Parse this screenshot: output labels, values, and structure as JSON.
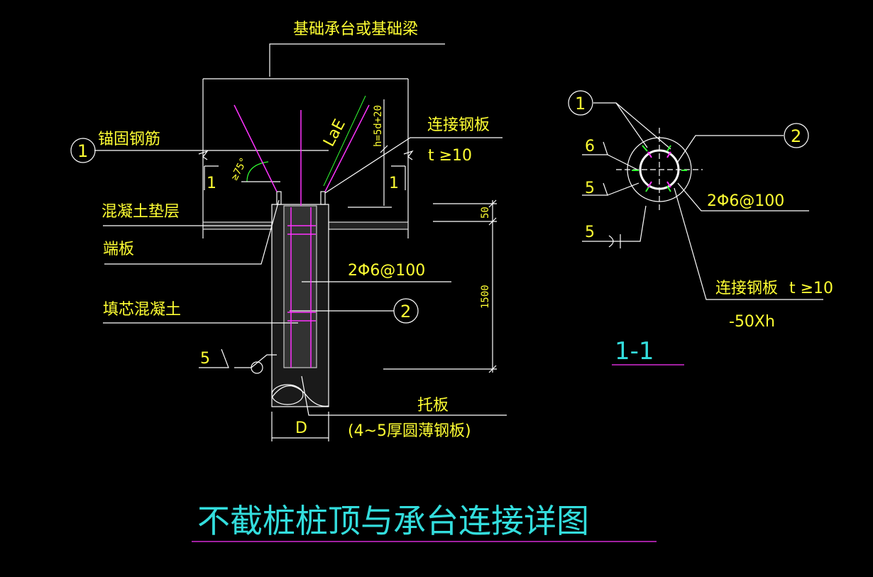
{
  "labels": {
    "foundation": "基础承台或基础梁",
    "anchor_rebar": "锚固钢筋",
    "connect_plate_top": "连接钢板",
    "plate_thickness_top": "t ≥10",
    "cushion": "混凝土垫层",
    "end_plate": "端板",
    "fill_concrete": "填芯混凝土",
    "rebar_spec_main": "2Φ6@100",
    "support_plate": "托板",
    "support_plate_note": "(4~5厚圆薄钢板)",
    "dim_d": "D",
    "dim_50": "50",
    "dim_1500": "1500",
    "dim_h": "h=5d+20",
    "lae": "LaE",
    "angle": "≥75°",
    "section_mark": "1",
    "weld_5": "5",
    "weld_6": "6",
    "rebar_spec_section": "2Φ6@100",
    "connect_plate_section": "连接钢板",
    "plate_thickness_section": "t ≥10",
    "plate_size": "-50Xh",
    "section_title": "1-1",
    "drawing_title": "不截桩桩顶与承台连接详图"
  },
  "bubbles": {
    "one": "1",
    "two": "2"
  },
  "colors": {
    "background": "#000000",
    "annotation": "#ffff33",
    "lines": "#ffffff",
    "rebar": "#ff33ff",
    "title": "#33dddd",
    "weld": "#33ff33"
  }
}
